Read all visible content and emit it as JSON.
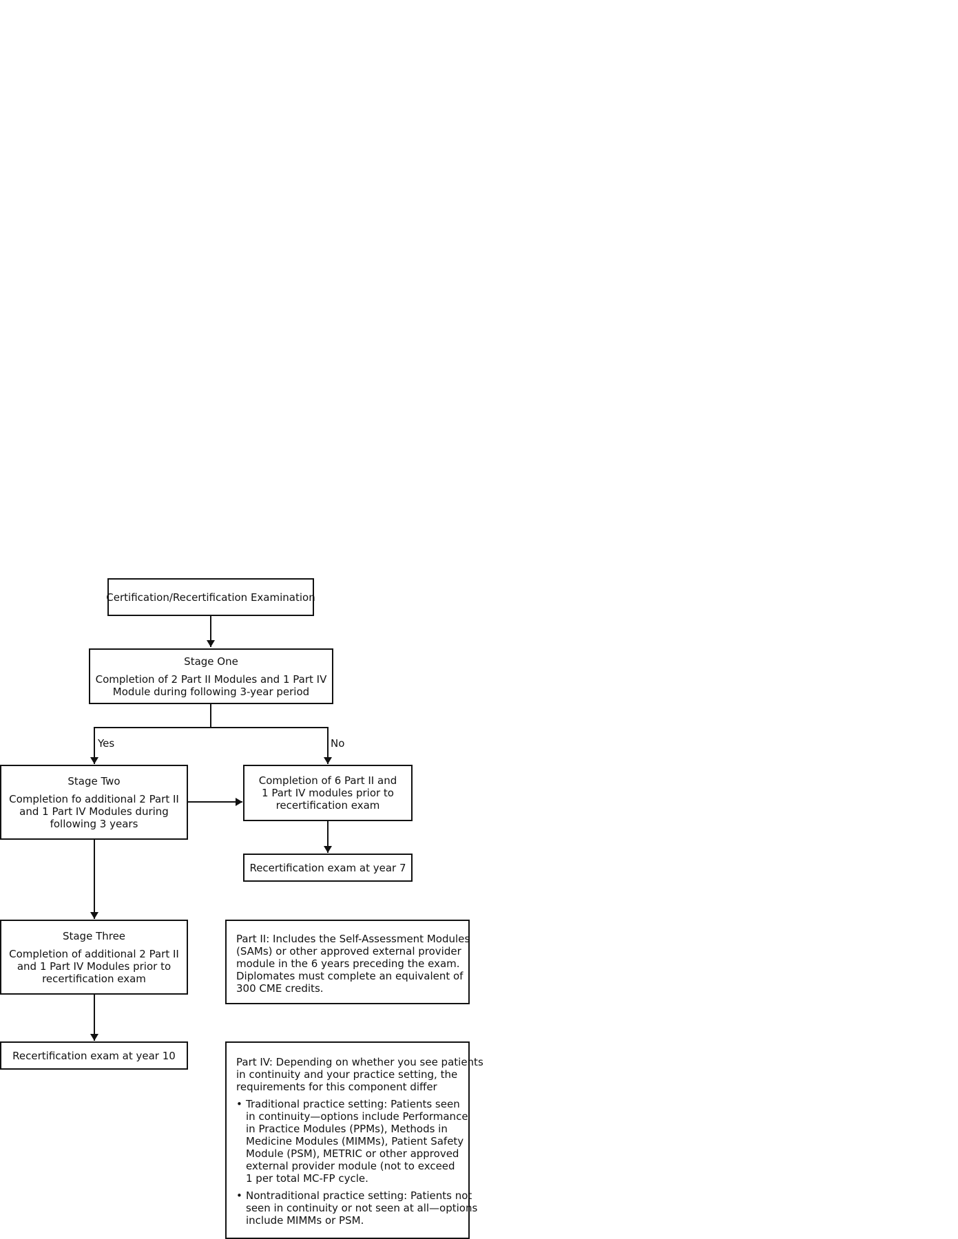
{
  "nodes": {
    "exam": {
      "lines": [
        "Certification/Recertification Examination"
      ]
    },
    "stage_one": {
      "title": "Stage One",
      "lines": [
        "Completion of 2 Part II Modules and 1 Part IV",
        "Module during following 3-year period"
      ]
    },
    "stage_two": {
      "title": "Stage Two",
      "lines": [
        "Completion fo additional 2 Part II",
        "and 1 Part IV Modules during",
        "following 3 years"
      ]
    },
    "completion_six": {
      "lines": [
        "Completion of 6 Part II and",
        "1 Part IV modules prior to",
        "recertification exam"
      ]
    },
    "recert_year7": {
      "lines": [
        "Recertification exam at year 7"
      ]
    },
    "stage_three": {
      "title": "Stage Three",
      "lines": [
        "Completion of additional 2 Part II",
        "and 1 Part IV Modules prior to",
        "recertification exam"
      ]
    },
    "recert_year10": {
      "lines": [
        "Recertification exam at year 10"
      ]
    }
  },
  "edge_labels": {
    "yes": "Yes",
    "no": "No"
  },
  "notes": {
    "part_two": {
      "lines": [
        "Part II: Includes the Self-Assessment Modules",
        "(SAMs) or other approved external provider",
        "module in the 6 years preceding the exam.",
        "Diplomates must complete an equivalent of",
        "300 CME credits."
      ]
    },
    "part_four": {
      "intro": [
        "Part IV: Depending on whether you see patients",
        "in continuity and your practice setting, the",
        "requirements for this component differ"
      ],
      "bullets": [
        {
          "lines": [
            "Traditional practice setting: Patients seen",
            "in continuity—options include Performance",
            "in Practice Modules (PPMs), Methods in",
            "Medicine Modules (MIMMs), Patient Safety",
            "Module (PSM), METRIC or other approved",
            "external provider module (not to exceed",
            "1 per total MC-FP cycle."
          ]
        },
        {
          "lines": [
            "Nontraditional practice setting: Patients not",
            "seen in continuity or not seen at all—options",
            "include MIMMs or PSM."
          ]
        }
      ]
    }
  }
}
